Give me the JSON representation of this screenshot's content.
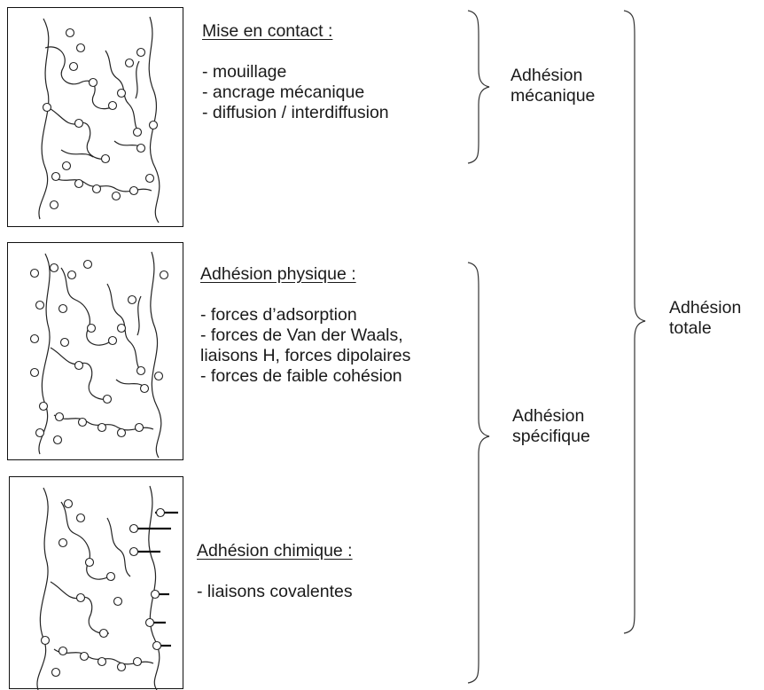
{
  "sections": [
    {
      "title": "Mise en contact :",
      "items": [
        "- mouillage",
        "- ancrage mécanique",
        "- diffusion / interdiffusion"
      ]
    },
    {
      "title": "Adhésion physique :",
      "items": [
        "- forces d’adsorption",
        "- forces de Van der Waals,",
        "liaisons H, forces dipolaires",
        "- forces de faible cohésion"
      ]
    },
    {
      "title": "Adhésion chimique :",
      "items": [
        "- liaisons covalentes"
      ]
    }
  ],
  "brace_labels": {
    "mecanique": [
      "Adhésion",
      "mécanique"
    ],
    "specifique": [
      "Adhésion",
      "spécifique"
    ],
    "totale": [
      "Adhésion",
      "totale"
    ]
  },
  "colors": {
    "ink": "#1a1a1a",
    "background": "#ffffff"
  }
}
